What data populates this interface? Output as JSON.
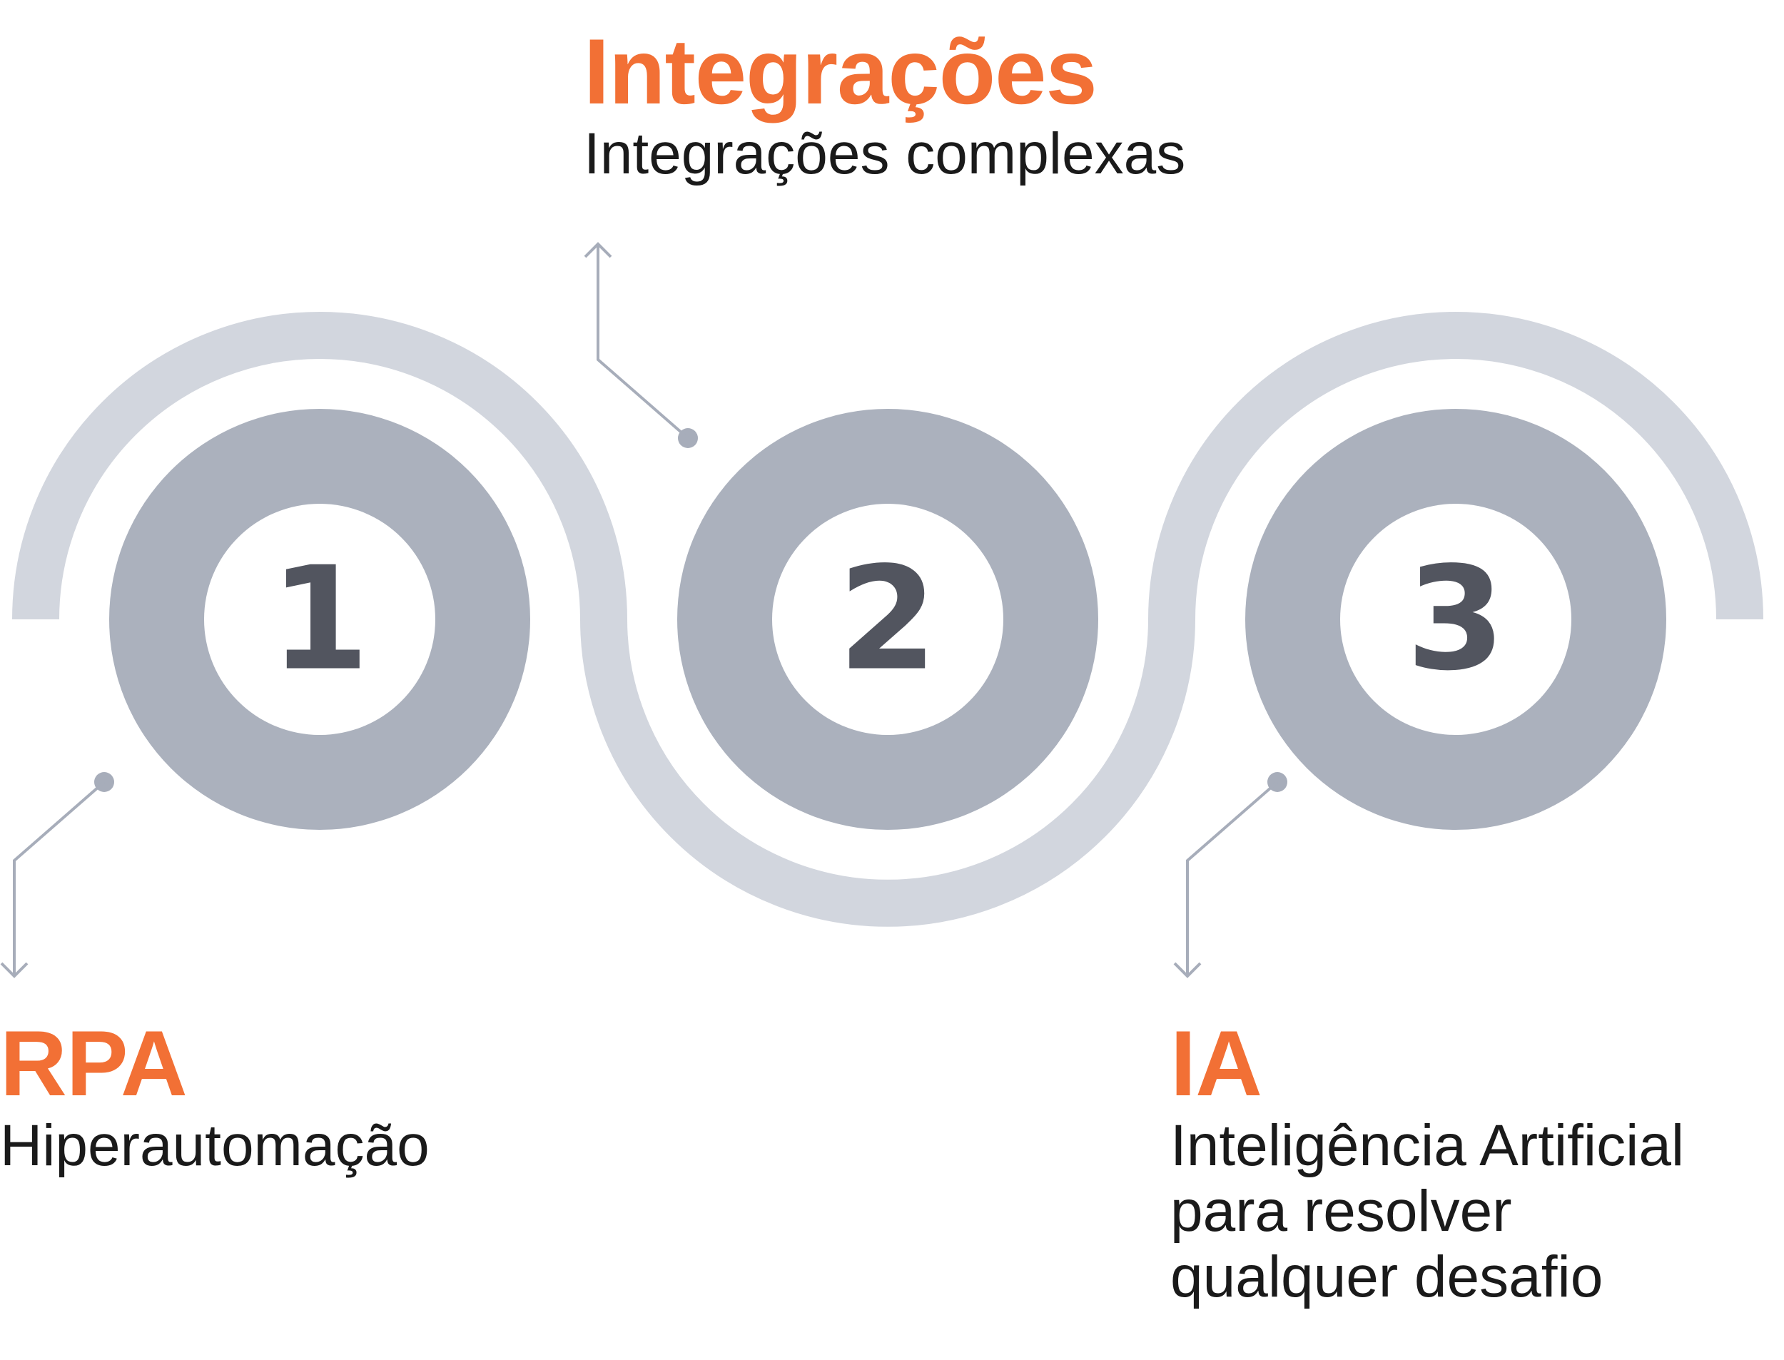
{
  "steps": [
    {
      "number": "1",
      "title": "RPA",
      "description": "Hiperautomação"
    },
    {
      "number": "2",
      "title": "Integrações",
      "description": "Integrações complexas"
    },
    {
      "number": "3",
      "title": "IA",
      "description": "Inteligência Artificial\npara resolver\nqualquer desafio"
    }
  ],
  "colors": {
    "accent": "#F27035",
    "wave": "#D2D6DE",
    "outer_circle": "#ABB1BD",
    "number_text": "#52555F",
    "connector": "#A7ADBA"
  }
}
